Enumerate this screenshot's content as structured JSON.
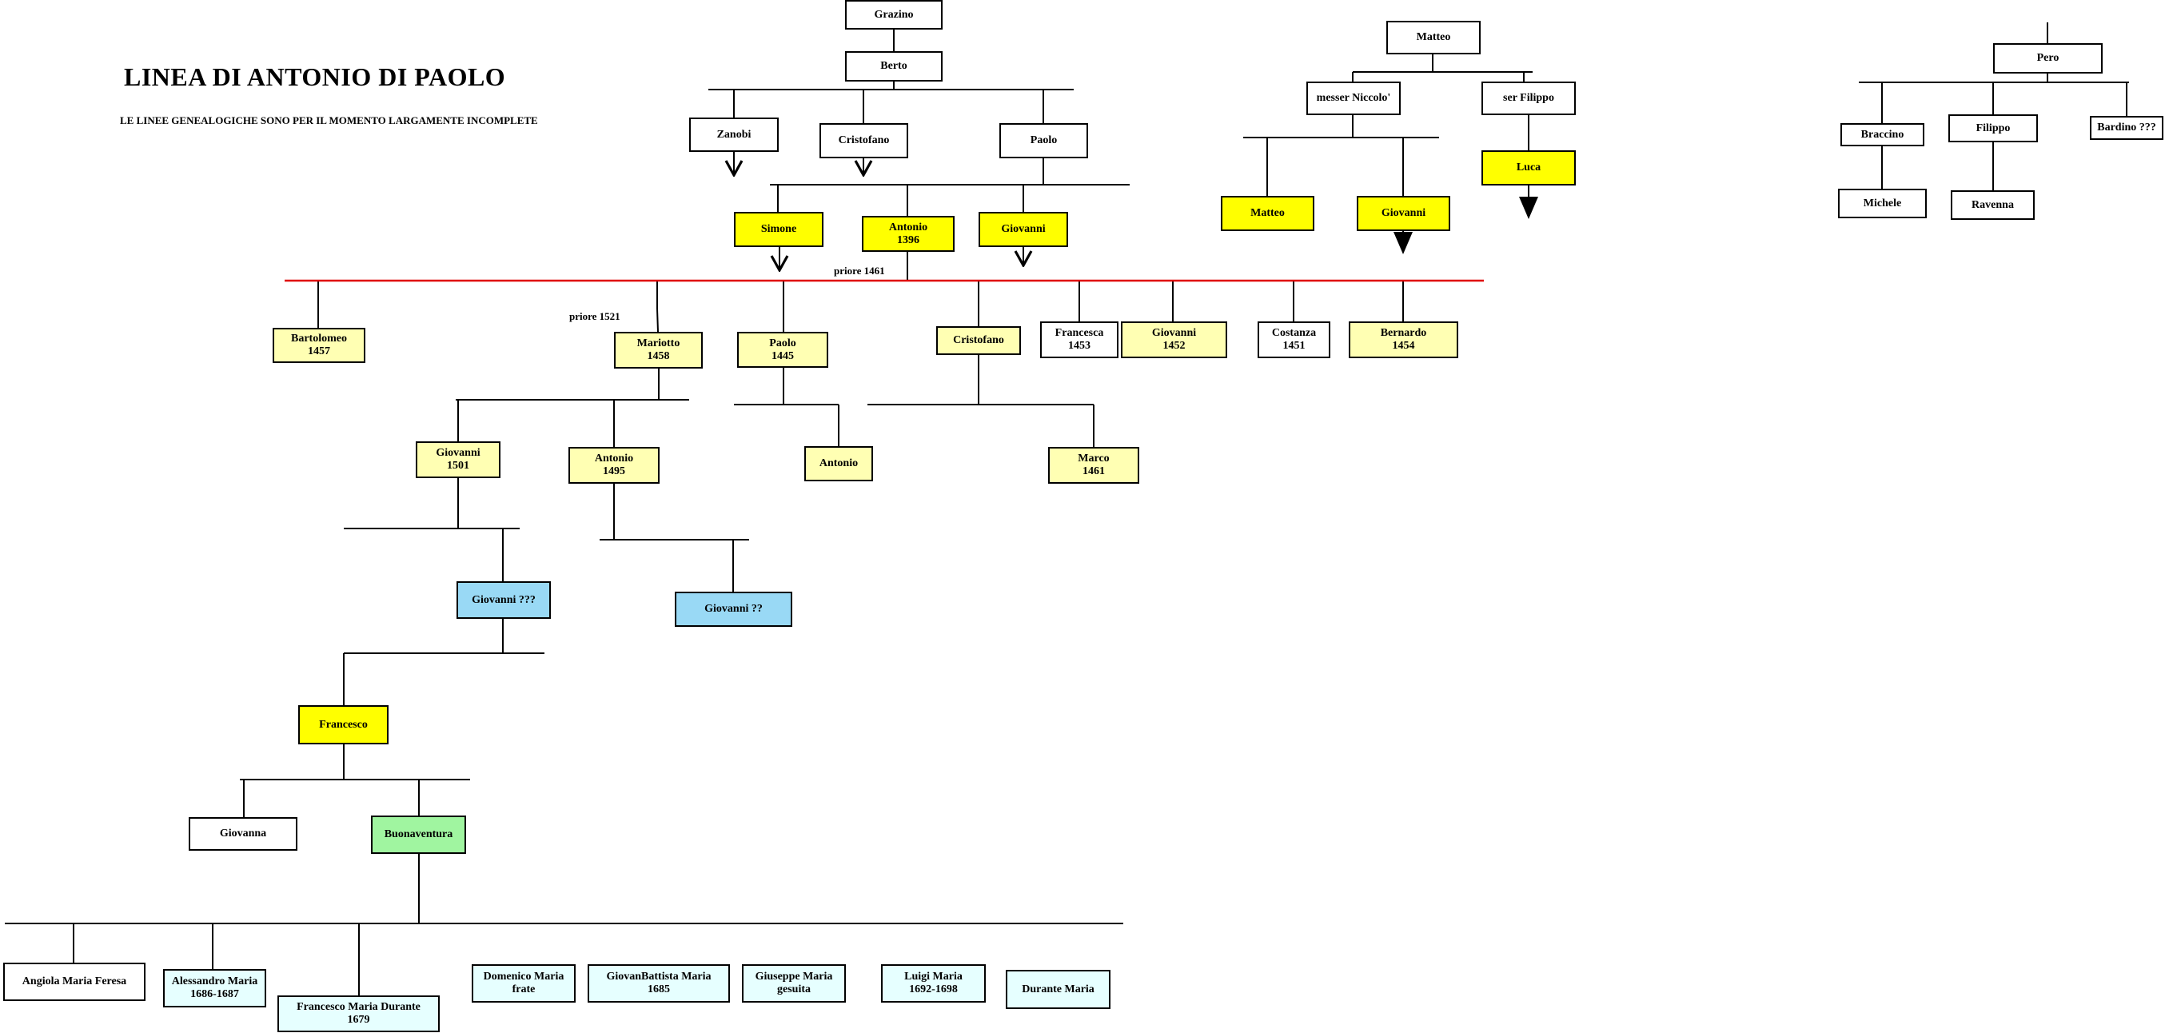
{
  "header": {
    "title": "LINEA DI ANTONIO DI PAOLO",
    "subtitle": "LE LINEE GENEALOGICHE SONO PER IL MOMENTO LARGAMENTE INCOMPLETE"
  },
  "notes": {
    "priore_1461": "priore 1461",
    "priore_1521": "priore 1521"
  },
  "colors": {
    "white": "#ffffff",
    "yellow": "#ffff00",
    "light_yellow": "#ffffb3",
    "blue": "#99d9f5",
    "green": "#a0f5a0",
    "cyan": "#e6ffff",
    "red_line": "#e00000"
  },
  "persons": {
    "grazino": {
      "name": "Grazino"
    },
    "berto": {
      "name": "Berto"
    },
    "zanobi": {
      "name": "Zanobi"
    },
    "cristofano_a": {
      "name": "Cristofano"
    },
    "paolo_a": {
      "name": "Paolo"
    },
    "simone": {
      "name": "Simone"
    },
    "antonio_1396": {
      "name": "Antonio",
      "year": "1396"
    },
    "giovanni_a": {
      "name": "Giovanni"
    },
    "matteo_top": {
      "name": "Matteo"
    },
    "messer_niccolo": {
      "name": "messer Niccolo'"
    },
    "ser_filippo": {
      "name": "ser Filippo"
    },
    "matteo_b": {
      "name": "Matteo"
    },
    "giovanni_b": {
      "name": "Giovanni"
    },
    "luca": {
      "name": "Luca"
    },
    "pero": {
      "name": "Pero"
    },
    "braccino": {
      "name": "Braccino"
    },
    "filippo_p": {
      "name": "Filippo"
    },
    "bardino": {
      "name": "Bardino   ???"
    },
    "michele": {
      "name": "Michele"
    },
    "ravenna": {
      "name": "Ravenna"
    },
    "bartolomeo": {
      "name": "Bartolomeo",
      "year": "1457"
    },
    "mariotto": {
      "name": "Mariotto",
      "year": "1458"
    },
    "paolo_1445": {
      "name": "Paolo",
      "year": "1445"
    },
    "cristofano_b": {
      "name": "Cristofano"
    },
    "francesca": {
      "name": "Francesca",
      "year": "1453"
    },
    "giovanni_1452": {
      "name": "Giovanni",
      "year": "1452"
    },
    "costanza": {
      "name": "Costanza",
      "year": "1451"
    },
    "bernardo": {
      "name": "Bernardo",
      "year": "1454"
    },
    "giovanni_1501": {
      "name": "Giovanni",
      "year": "1501"
    },
    "antonio_1495": {
      "name": "Antonio",
      "year": "1495"
    },
    "antonio_c": {
      "name": "Antonio"
    },
    "marco": {
      "name": "Marco",
      "year": "1461"
    },
    "giovanni_q3": {
      "name": "Giovanni   ???"
    },
    "giovanni_q2": {
      "name": "Giovanni   ??"
    },
    "francesco": {
      "name": "Francesco"
    },
    "giovanna": {
      "name": "Giovanna"
    },
    "buonaventura": {
      "name": "Buonaventura"
    },
    "angiola": {
      "name": "Angiola Maria Feresa"
    },
    "alessandro": {
      "name": "Alessandro Maria",
      "year": "1686-1687"
    },
    "francesco_durante": {
      "name": "Francesco Maria Durante",
      "year": "1679"
    },
    "domenico": {
      "name": "Domenico Maria",
      "year": "frate"
    },
    "giovanbattista": {
      "name": "GiovanBattista  Maria",
      "year": "1685"
    },
    "giuseppe": {
      "name": "Giuseppe Maria",
      "year": "gesuita"
    },
    "luigi": {
      "name": "Luigi Maria",
      "year": "1692-1698"
    },
    "durante": {
      "name": "Durante Maria"
    }
  }
}
